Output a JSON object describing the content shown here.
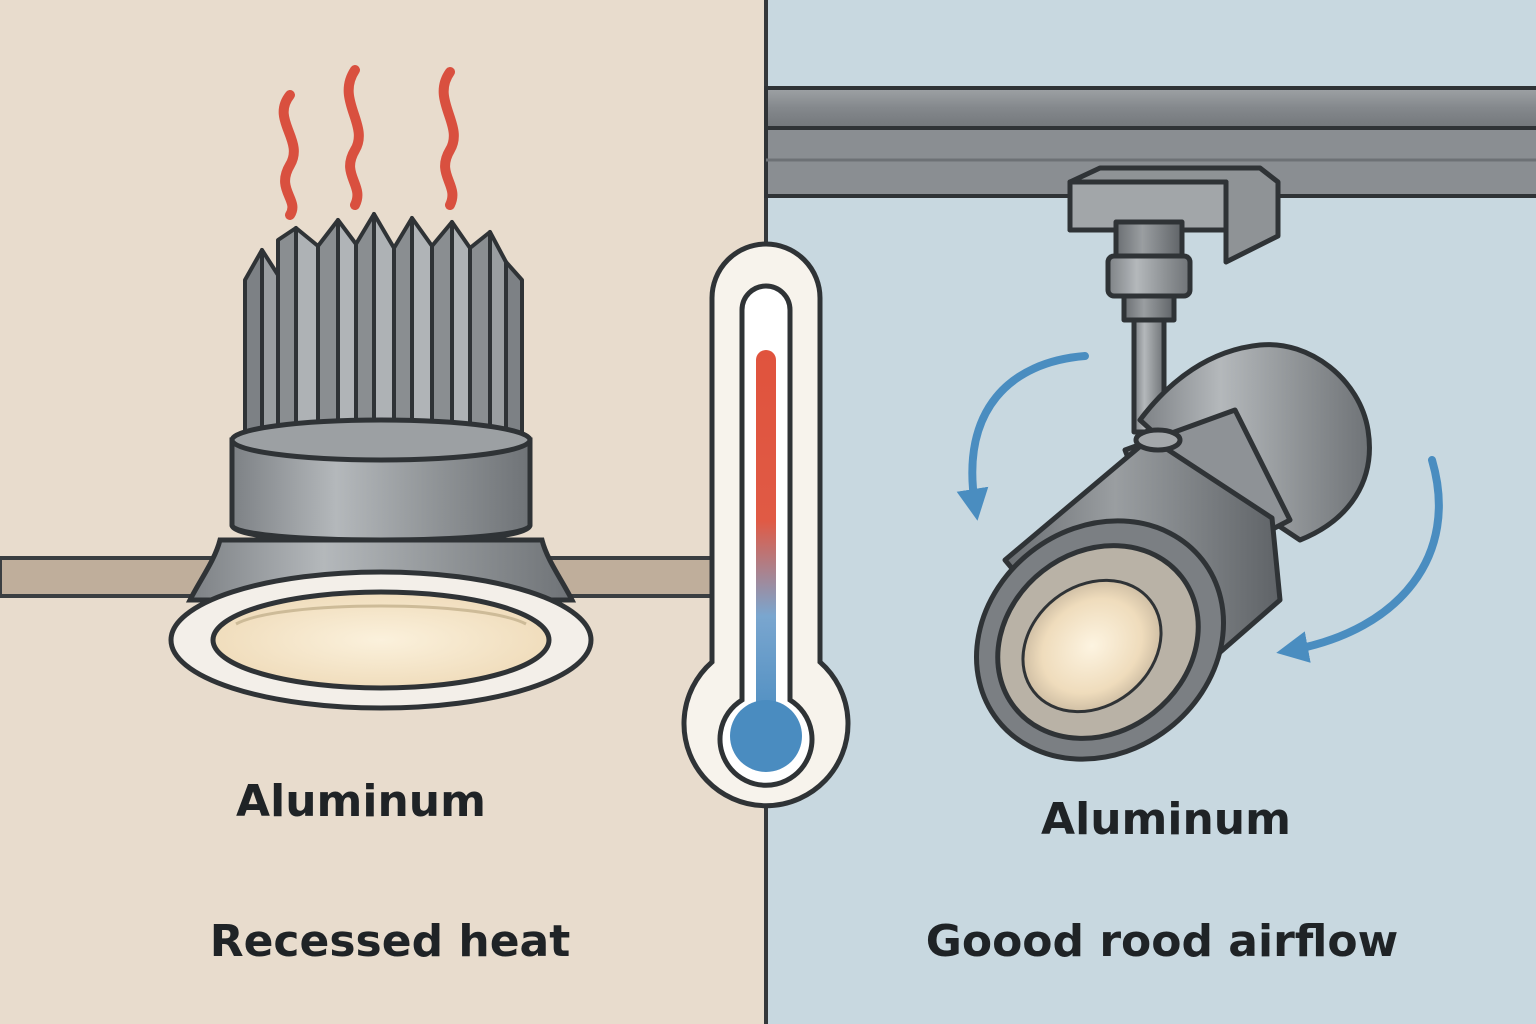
{
  "left_panel": {
    "material_label": "Aluminum",
    "caption": "Recessed heat",
    "background_color": "#e8dccd",
    "fixture": "recessed-downlight-with-heatsink",
    "heat_icon": "heat-waves-icon"
  },
  "right_panel": {
    "material_label": "Aluminum",
    "caption": "Goood rood airflow",
    "background_color": "#c8d8e0",
    "fixture": "track-spotlight",
    "airflow_icon": "curved-arrow-icon"
  },
  "thermometer": {
    "icon": "thermometer-icon",
    "hot_color": "#e0533d",
    "cold_color": "#4a8cc0"
  },
  "colors": {
    "heat": "#d9503f",
    "airflow": "#4a8dc0",
    "metal": "#8f9396",
    "outline": "#2f3336",
    "light": "#f5e6c8"
  }
}
